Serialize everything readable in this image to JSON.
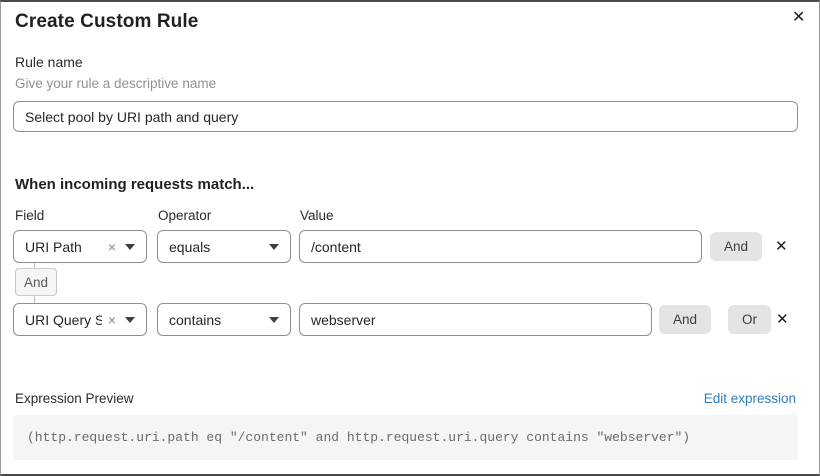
{
  "dialog": {
    "title": "Create Custom Rule"
  },
  "icons": {
    "close": "✕",
    "clear": "×"
  },
  "rule_name": {
    "label": "Rule name",
    "helper": "Give your rule a descriptive name",
    "value": "Select pool by URI path and query"
  },
  "match": {
    "heading": "When incoming requests match...",
    "columns": {
      "field": "Field",
      "operator": "Operator",
      "value": "Value"
    },
    "rows": [
      {
        "field": "URI Path",
        "operator": "equals",
        "value": "/content",
        "and_label": "And"
      },
      {
        "field": "URI Query St...",
        "operator": "contains",
        "value": "webserver",
        "and_label": "And",
        "or_label": "Or"
      }
    ],
    "connector_label": "And"
  },
  "expression": {
    "label": "Expression Preview",
    "edit_link": "Edit expression",
    "code": "(http.request.uri.path eq \"/content\" and http.request.uri.query contains \"webserver\")"
  },
  "colors": {
    "link_blue": "#2f7cbf",
    "button_gray": "#e4e4e4",
    "code_background": "#f5f5f5",
    "input_border": "#8f8f8f"
  }
}
